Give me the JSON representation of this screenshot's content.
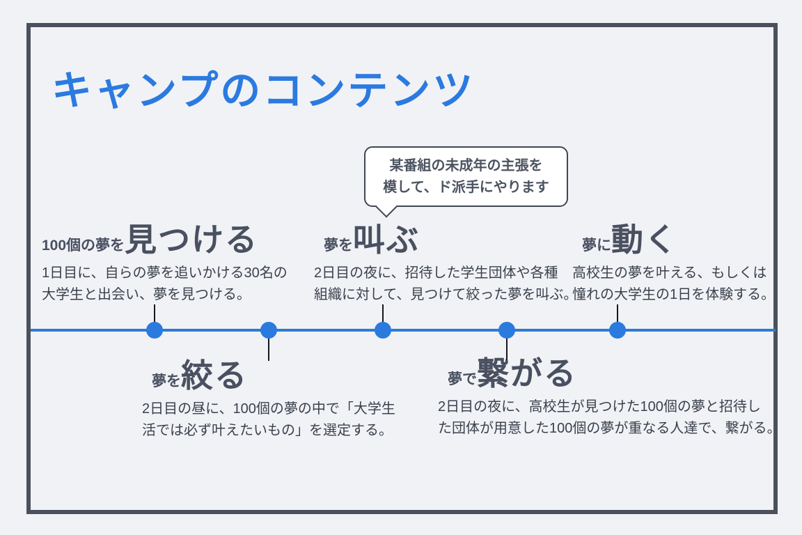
{
  "title": "キャンプのコンテンツ",
  "callout": {
    "line1": "某番組の未成年の主張を",
    "line2": "模して、ド派手にやります"
  },
  "steps": [
    {
      "prefix": "100個の夢を",
      "action": "見つける",
      "desc1": "1日目に、自らの夢を追いかける30名の",
      "desc2": "大学生と出会い、夢を見つける。",
      "position": "above"
    },
    {
      "prefix": "夢を",
      "action": "絞る",
      "desc1": "2日目の昼に、100個の夢の中で「大学生",
      "desc2": "活では必ず叶えたいもの」を選定する。",
      "position": "below"
    },
    {
      "prefix": "夢を",
      "action": "叫ぶ",
      "desc1": "2日目の夜に、招待した学生団体や各種",
      "desc2": "組織に対して、見つけて絞った夢を叫ぶ。",
      "position": "above"
    },
    {
      "prefix": "夢で",
      "action": "繋がる",
      "desc1": "2日目の夜に、高校生が見つけた100個の夢と招待し",
      "desc2": "た団体が用意した100個の夢が重なる人達で、繋がる。",
      "position": "below"
    },
    {
      "prefix": "夢に",
      "action": "動く",
      "desc1": "高校生の夢を叶える、もしくは",
      "desc2": "憧れの大学生の1日を体験する。",
      "position": "above"
    }
  ],
  "colors": {
    "accent_blue": "#2b7ae0",
    "timeline_blue": "#2e7cd2",
    "frame_gray": "#4a515c",
    "heading_gray": "#495060",
    "body_gray": "#3a414c",
    "background": "#f1f2f6",
    "bubble_bg": "#ffffff"
  }
}
